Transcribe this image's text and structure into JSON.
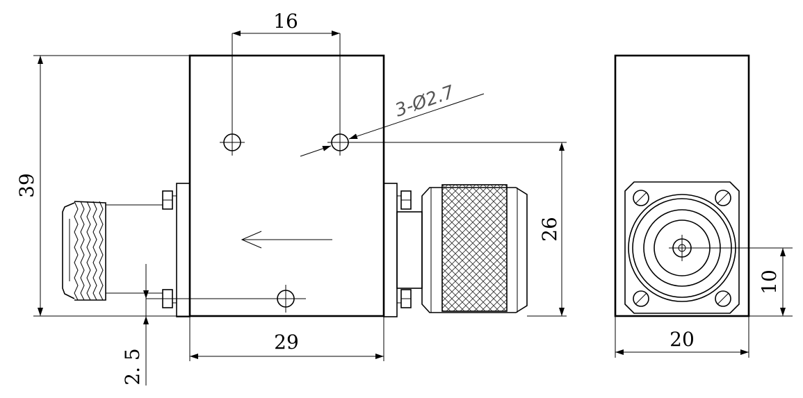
{
  "dimensions": {
    "top_hole_spacing": "16",
    "overall_height": "39",
    "body_width": "29",
    "hole_height": "26",
    "offset": "2. 5",
    "side_width": "20",
    "center_height": "10"
  },
  "notes": {
    "hole_callout": "3-Ø2.7"
  },
  "colors": {
    "line": "#000000",
    "callout": "#555555",
    "hatch": "#333333"
  }
}
